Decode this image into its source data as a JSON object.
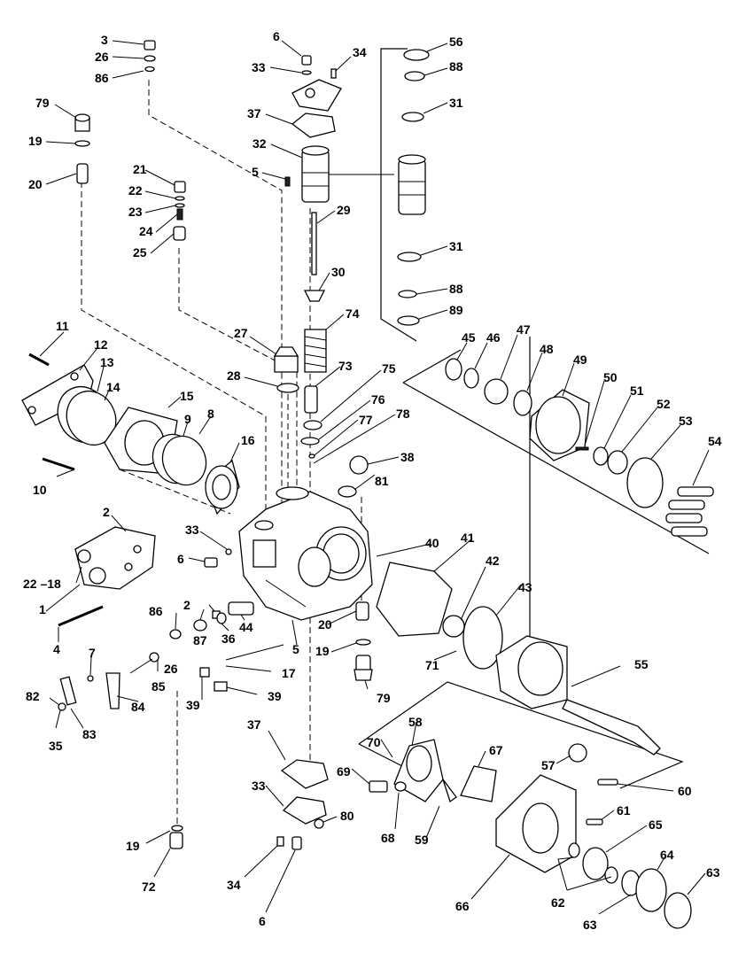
{
  "callouts": {
    "c3": "3",
    "c26a": "26",
    "c86a": "86",
    "c6a": "6",
    "c33a": "33",
    "c34a": "34",
    "c56": "56",
    "c88a": "88",
    "c31a": "31",
    "c79a": "79",
    "c19a": "19",
    "c20a": "20",
    "c37a": "37",
    "c32": "32",
    "c5a": "5",
    "c21": "21",
    "c22a": "22",
    "c23": "23",
    "c24": "24",
    "c25": "25",
    "c29": "29",
    "c31b": "31",
    "c30": "30",
    "c88b": "88",
    "c89": "89",
    "c74": "74",
    "c11": "11",
    "c12": "12",
    "c13": "13",
    "c14": "14",
    "c27": "27",
    "c28": "28",
    "c73": "73",
    "c75": "75",
    "c76": "76",
    "c77": "77",
    "c78": "78",
    "c45": "45",
    "c46": "46",
    "c47": "47",
    "c48": "48",
    "c49": "49",
    "c50": "50",
    "c51": "51",
    "c52": "52",
    "c53": "53",
    "c54": "54",
    "c15": "15",
    "c9": "9",
    "c8": "8",
    "c16": "16",
    "c10": "10",
    "c38": "38",
    "c81": "81",
    "c2a": "2",
    "c33b": "33",
    "c6b": "6",
    "c22b": "22 –18",
    "c1": "1",
    "c40": "40",
    "c41": "41",
    "c42": "42",
    "c43": "43",
    "c2b": "2",
    "c86b": "86",
    "c87": "87",
    "c36": "36",
    "c44": "44",
    "c5b": "5",
    "c20b": "20",
    "c19b": "19",
    "c71": "71",
    "c79b": "79",
    "c55": "55",
    "c4": "4",
    "c7": "7",
    "c26b": "26",
    "c85": "85",
    "c84": "84",
    "c17": "17",
    "c39a": "39",
    "c39b": "39",
    "c82": "82",
    "c35": "35",
    "c83": "83",
    "c37b": "37",
    "c58": "58",
    "c70": "70",
    "c67": "67",
    "c57": "57",
    "c60": "60",
    "c69": "69",
    "c68": "68",
    "c59": "59",
    "c33c": "33",
    "c80": "80",
    "c61": "61",
    "c65": "65",
    "c19c": "19",
    "c72": "72",
    "c34b": "34",
    "c6c": "6",
    "c66": "66",
    "c62": "62",
    "c64": "64",
    "c63a": "63",
    "c63b": "63"
  }
}
